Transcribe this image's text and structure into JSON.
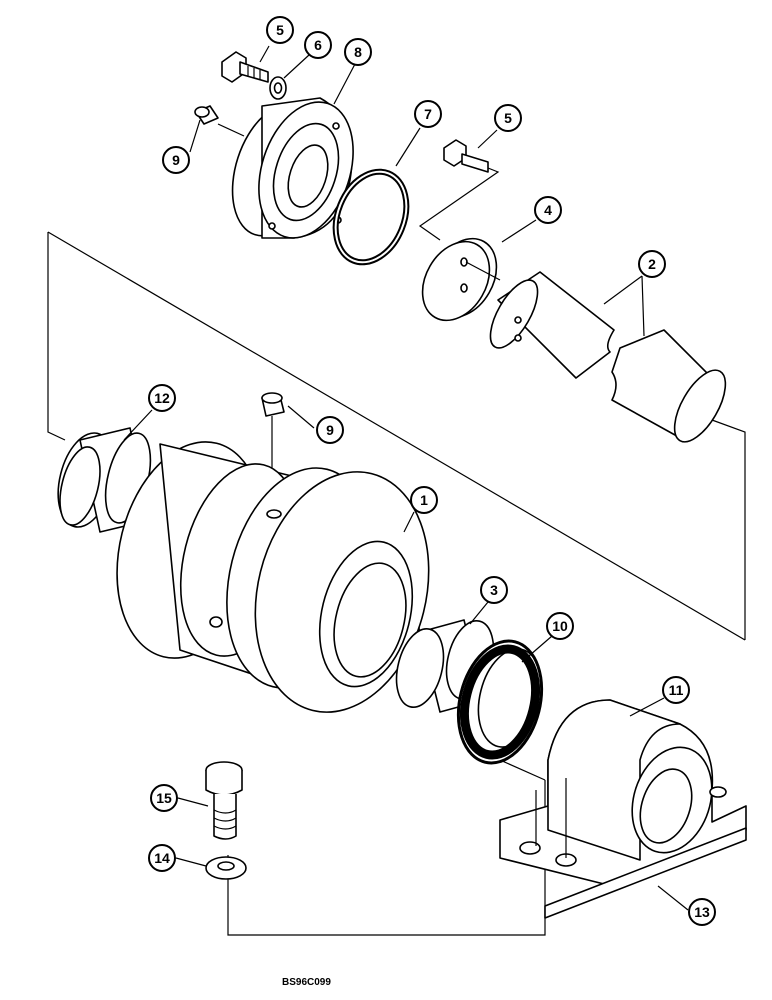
{
  "figure_code": "BS96C099",
  "callouts": [
    {
      "id": "c5a",
      "label": "5"
    },
    {
      "id": "c6",
      "label": "6"
    },
    {
      "id": "c8",
      "label": "8"
    },
    {
      "id": "c9a",
      "label": "9"
    },
    {
      "id": "c7",
      "label": "7"
    },
    {
      "id": "c5b",
      "label": "5"
    },
    {
      "id": "c4",
      "label": "4"
    },
    {
      "id": "c2",
      "label": "2"
    },
    {
      "id": "c12",
      "label": "12"
    },
    {
      "id": "c9b",
      "label": "9"
    },
    {
      "id": "c1",
      "label": "1"
    },
    {
      "id": "c3",
      "label": "3"
    },
    {
      "id": "c10",
      "label": "10"
    },
    {
      "id": "c11",
      "label": "11"
    },
    {
      "id": "c15",
      "label": "15"
    },
    {
      "id": "c14",
      "label": "14"
    },
    {
      "id": "c13",
      "label": "13"
    }
  ]
}
